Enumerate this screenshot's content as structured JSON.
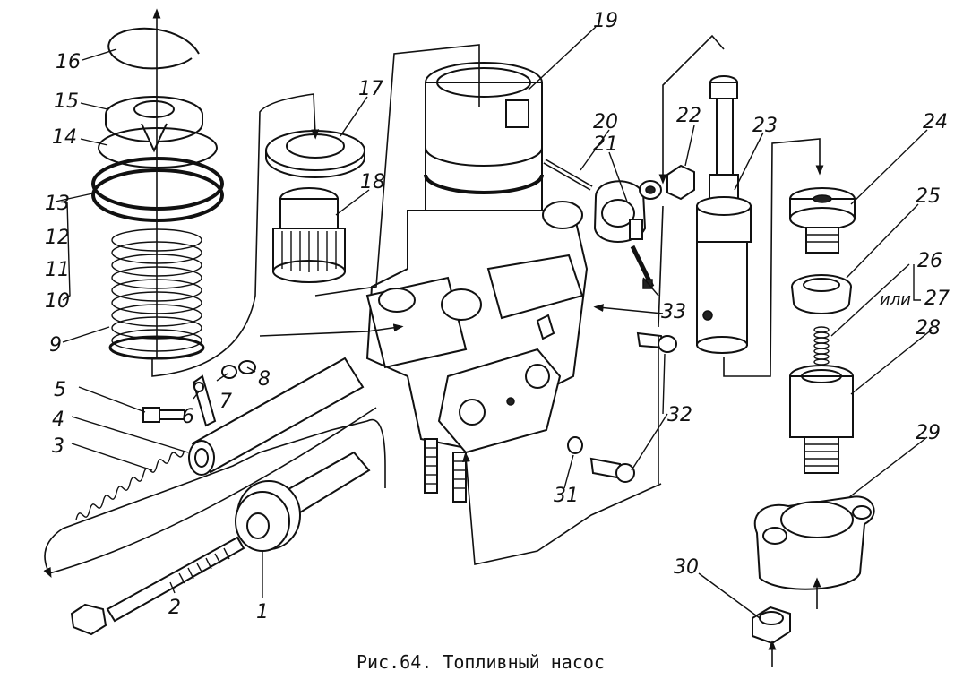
{
  "caption": "Рис.64. Топливный насос",
  "labels": {
    "p1": "1",
    "p2": "2",
    "p3": "3",
    "p4": "4",
    "p5": "5",
    "p6": "6",
    "p7": "7",
    "p8": "8",
    "p9": "9",
    "p10": "10",
    "p11": "11",
    "p12": "12",
    "p13": "13",
    "p14": "14",
    "p15": "15",
    "p16": "16",
    "p17": "17",
    "p18": "18",
    "p19": "19",
    "p20": "20",
    "p21": "21",
    "p22": "22",
    "p23": "23",
    "p24": "24",
    "p25": "25",
    "p26": "26",
    "p27": "27",
    "p28": "28",
    "p29": "29",
    "p30": "30",
    "p31": "31",
    "p32": "32",
    "p33": "33",
    "ili": "или"
  }
}
